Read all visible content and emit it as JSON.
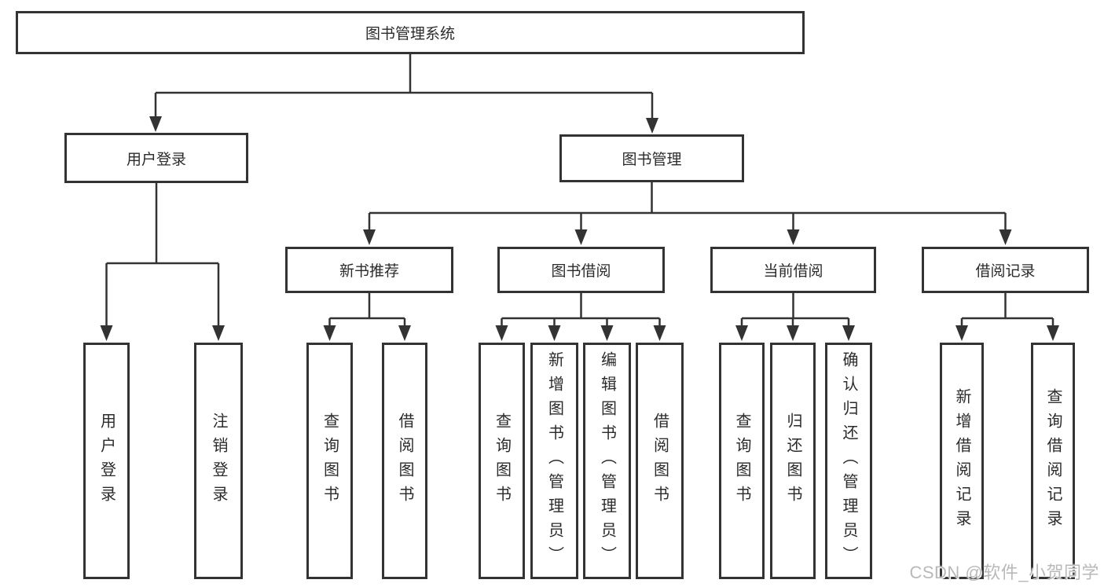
{
  "tree": {
    "root": {
      "label": "图书管理系统",
      "children": [
        {
          "label": "用户登录",
          "children": [
            {
              "label": "用户登录"
            },
            {
              "label": "注销登录"
            }
          ]
        },
        {
          "label": "图书管理",
          "children": [
            {
              "label": "新书推荐",
              "children": [
                {
                  "label": "查询图书"
                },
                {
                  "label": "借阅图书"
                }
              ]
            },
            {
              "label": "图书借阅",
              "children": [
                {
                  "label": "查询图书"
                },
                {
                  "label": "新增图书（管理员）"
                },
                {
                  "label": "编辑图书（管理员）"
                },
                {
                  "label": "借阅图书"
                }
              ]
            },
            {
              "label": "当前借阅",
              "children": [
                {
                  "label": "查询图书"
                },
                {
                  "label": "归还图书"
                },
                {
                  "label": "确认归还（管理员）"
                }
              ]
            },
            {
              "label": "借阅记录",
              "children": [
                {
                  "label": "新增借阅记录"
                },
                {
                  "label": "查询借阅记录"
                }
              ]
            }
          ]
        }
      ]
    }
  },
  "watermark": {
    "text": "CSDN @软件_小贺同学"
  },
  "colors": {
    "line": "#333333",
    "text": "#2b2b2b",
    "background": "#ffffff",
    "watermark": "#b9b9b9"
  }
}
